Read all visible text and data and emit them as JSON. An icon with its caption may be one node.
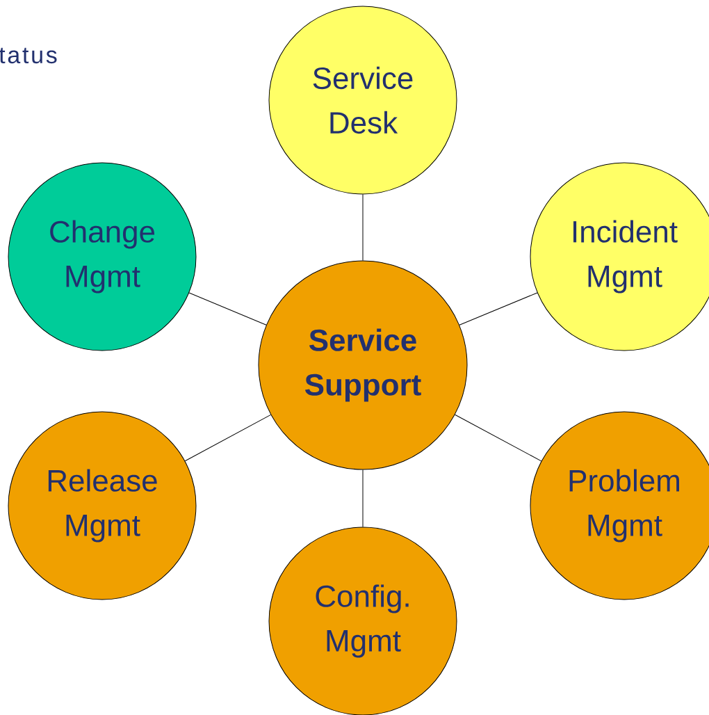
{
  "diagram": {
    "nodes": [
      {
        "text": [
          "Service Desk"
        ]
      },
      {
        "text": [
          "Change Mgmt"
        ]
      },
      {
        "text": [
          "Incident Mgmt"
        ]
      },
      {
        "text": [
          "**Service Support**"
        ]
      },
      {
        "text": [
          "Release Mgmt"
        ]
      },
      {
        "text": [
          "Problem Mgmt"
        ]
      },
      {
        "text": [
          "Config. Mgmt"
        ]
      }
    ],
    "edges": [
      {
        "from": 3,
        "to": 0,
        "arrow": "none"
      },
      {
        "from": 3,
        "to": 1,
        "arrow": "none"
      },
      {
        "from": 3,
        "to": 2,
        "arrow": "none"
      },
      {
        "from": 3,
        "to": 4,
        "arrow": "none"
      },
      {
        "from": 3,
        "to": 5,
        "arrow": "none"
      },
      {
        "from": 3,
        "to": 6,
        "arrow": "none"
      }
    ],
    "labels": [
      "tatus"
    ]
  }
}
